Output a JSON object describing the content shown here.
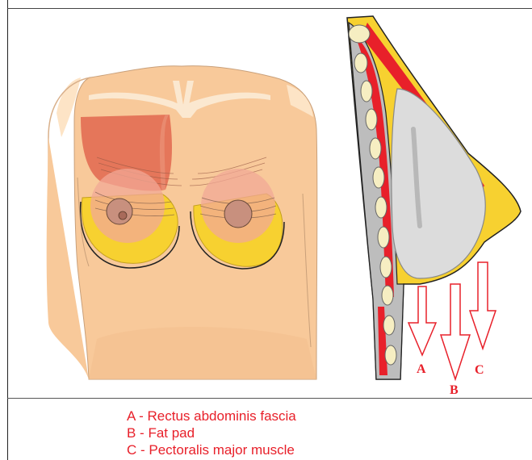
{
  "legend": {
    "items": [
      {
        "key": "A",
        "text": "A - Rectus abdominis fascia"
      },
      {
        "key": "B",
        "text": "B - Fat pad"
      },
      {
        "key": "C",
        "text": "C - Pectoralis major muscle"
      }
    ]
  },
  "arrow_labels": {
    "a": "A",
    "b": "B",
    "c": "C"
  },
  "colors": {
    "skin": "#f8c99a",
    "muscle": "#e5765a",
    "fat": "#f7d130",
    "red": "#e8202a",
    "implant": "#dcdcdc",
    "bone": "#f6eec2"
  }
}
